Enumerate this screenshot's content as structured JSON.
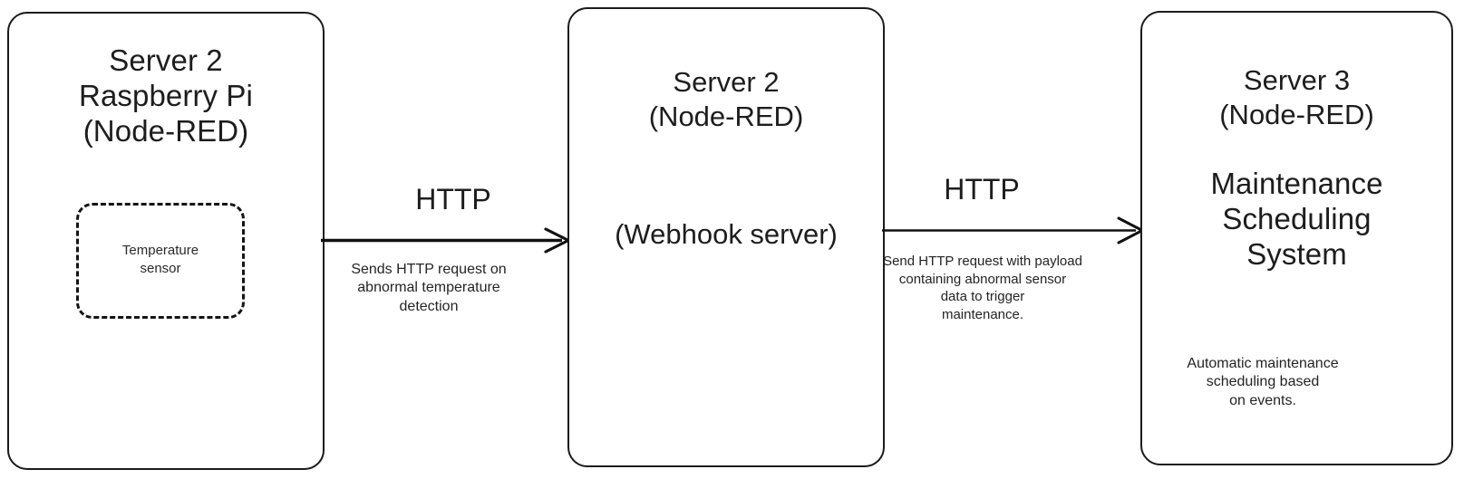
{
  "diagram": {
    "title": "Node-RED webhook maintenance flow",
    "background": "#ffffff",
    "stroke_color": "#111111",
    "text_color": "#1d1d1d"
  },
  "nodes": {
    "left": {
      "name": "server-2-raspberry-pi",
      "title": "Server 2\nRaspberry Pi\n(Node-RED)",
      "inner": {
        "name": "temperature-sensor",
        "label": "Temperature\nsensor",
        "style": "dashed"
      }
    },
    "middle": {
      "name": "server-2-webhook",
      "title": "Server 2\n(Node-RED)",
      "subtitle": "(Webhook server)"
    },
    "right": {
      "name": "server-3-maintenance",
      "title": "Server 3\n(Node-RED)",
      "subtitle": "Maintenance\nScheduling\nSystem",
      "note": "Automatic maintenance\nscheduling based\non events."
    }
  },
  "edges": [
    {
      "name": "edge-rpi-to-webhook",
      "protocol": "HTTP",
      "caption": "Sends HTTP request on\nabnormal temperature\ndetection",
      "from": "server-2-raspberry-pi",
      "to": "server-2-webhook",
      "direction": "right"
    },
    {
      "name": "edge-webhook-to-maintenance",
      "protocol": "HTTP",
      "caption": "Send HTTP request with payload\ncontaining abnormal sensor\ndata to trigger\nmaintenance.",
      "from": "server-2-webhook",
      "to": "server-3-maintenance",
      "direction": "right"
    }
  ]
}
